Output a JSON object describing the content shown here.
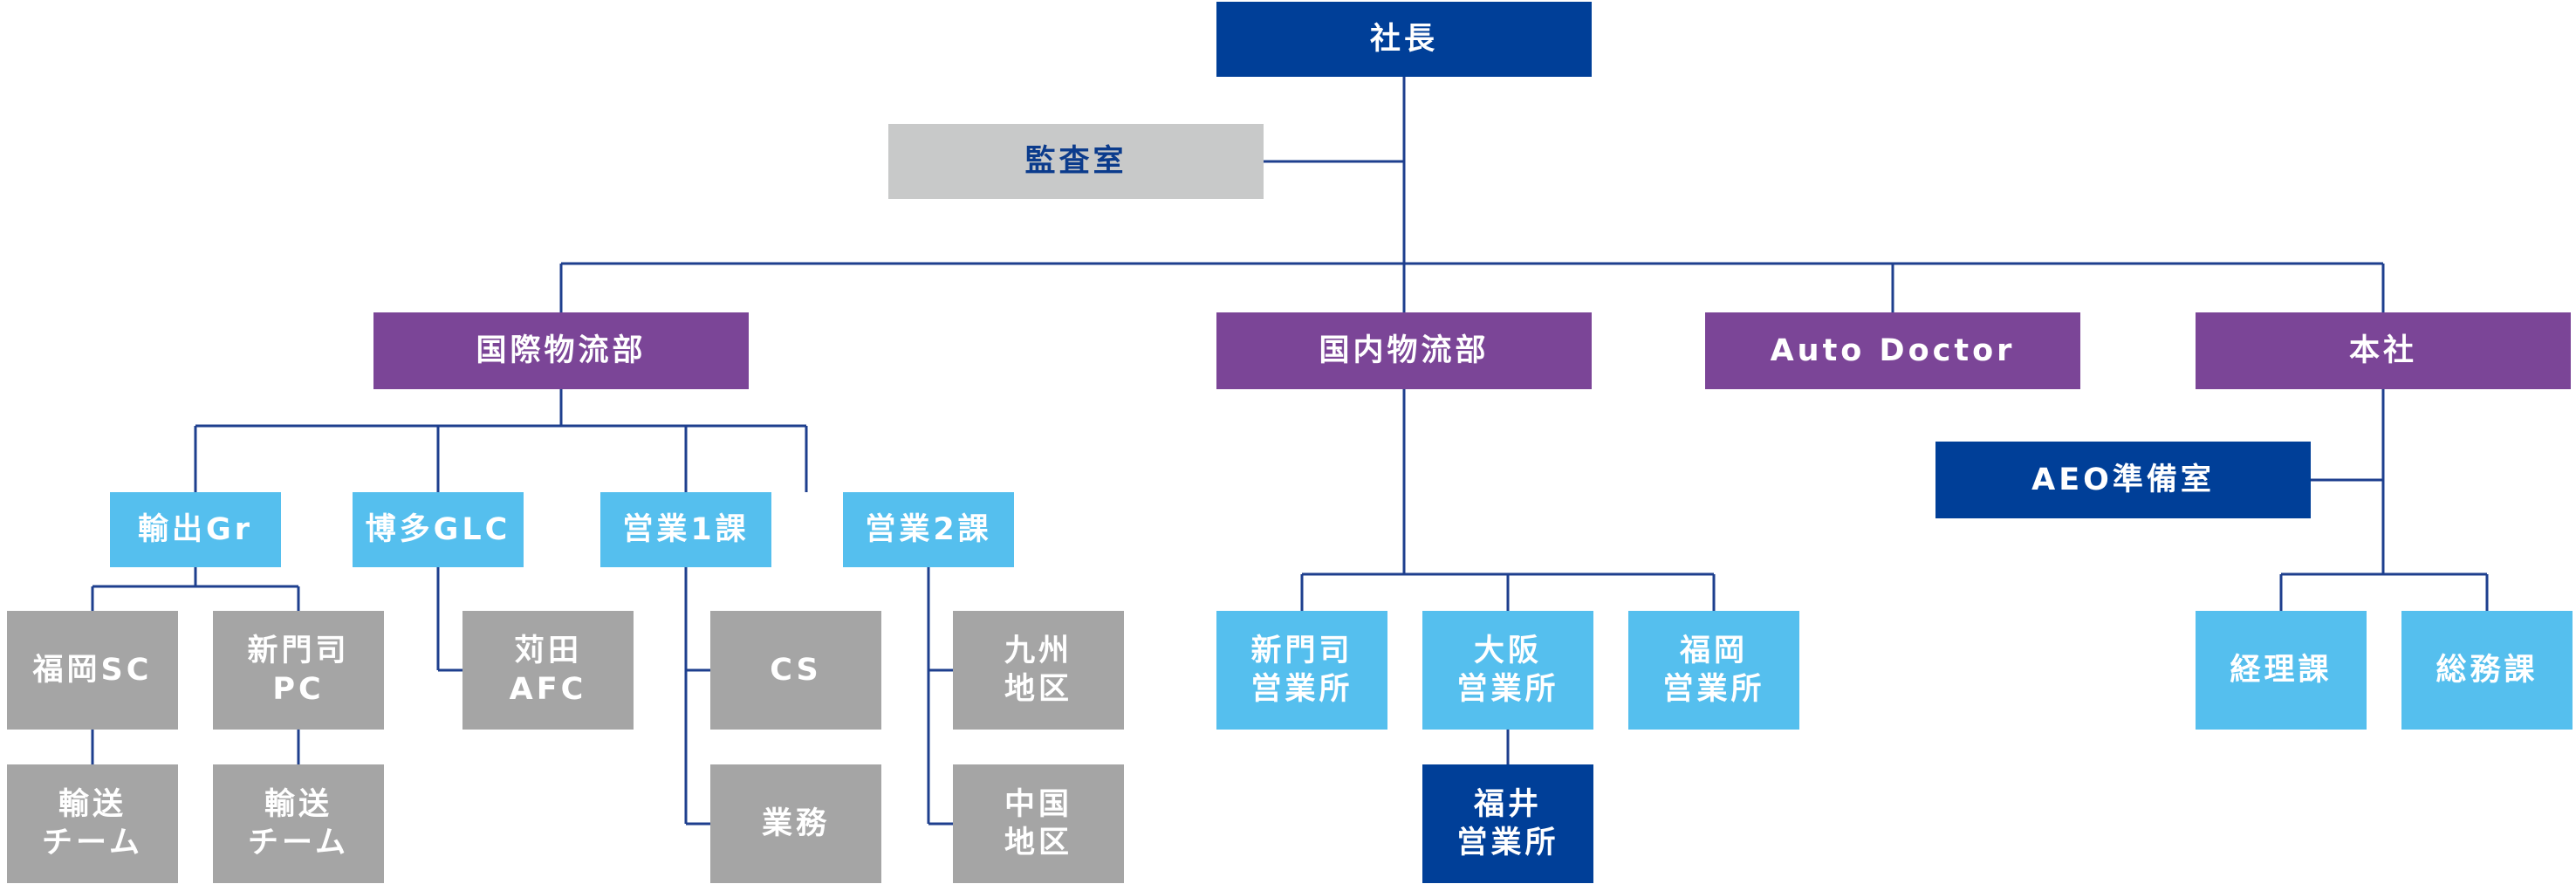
{
  "colors": {
    "navy": "#003f98",
    "purple": "#7b4597",
    "light_blue": "#55bfee",
    "gray": "#a5a5a5",
    "light_gray": "#c8c9c9",
    "line": "#1e3f8e",
    "white_text": "#ffffff",
    "navy_text": "#0b3b8c"
  },
  "nodes": {
    "president": "社長",
    "audit": "監査室",
    "intl": "国際物流部",
    "domestic": "国内物流部",
    "autodoctor": "Auto Doctor",
    "hq": "本社",
    "aeo": "AEO準備室",
    "export": "輸出Gr",
    "hakata": "博多GLC",
    "sales1": "営業1課",
    "sales2": "営業2課",
    "fukuoka_sc": "福岡SC",
    "shinmoji_pc": "新門司\nPC",
    "kanda_afc": "苅田\nAFC",
    "cs": "CS",
    "gyomu": "業務",
    "kyushu": "九州\n地区",
    "chugoku": "中国\n地区",
    "transport1": "輸送\nチーム",
    "transport2": "輸送\nチーム",
    "shinmoji_office": "新門司\n営業所",
    "osaka_office": "大阪\n営業所",
    "fukuoka_office": "福岡\n営業所",
    "fukui_office": "福井\n営業所",
    "accounting": "経理課",
    "general_affairs": "総務課"
  }
}
